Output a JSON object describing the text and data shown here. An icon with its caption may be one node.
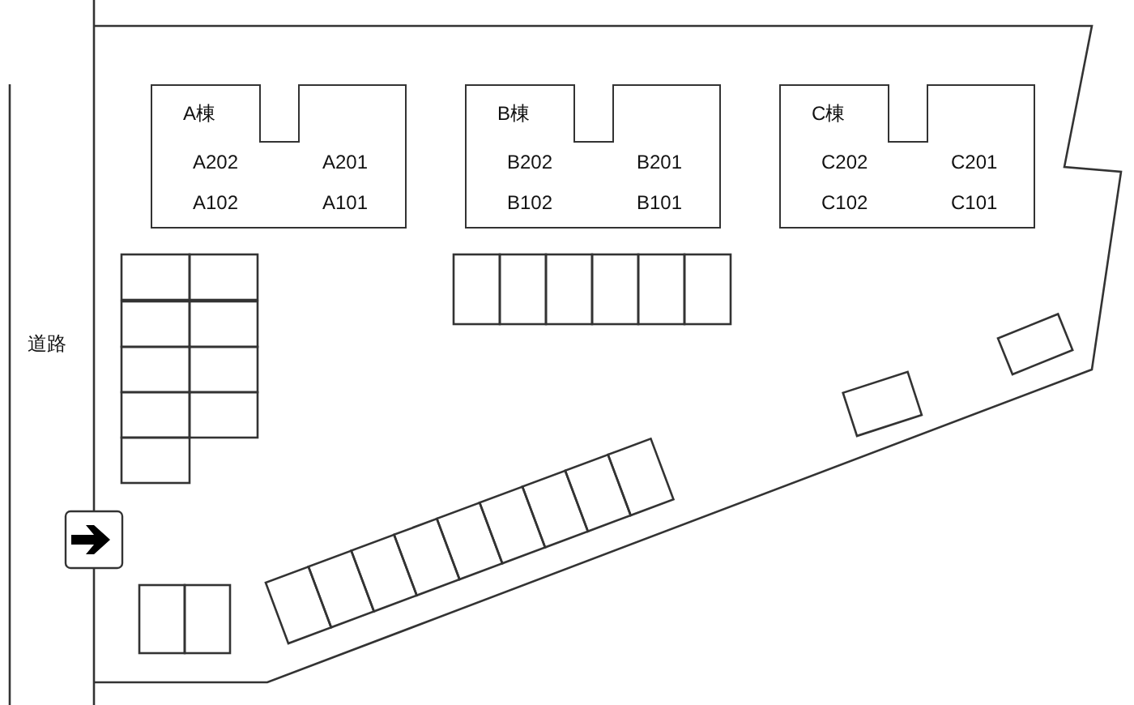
{
  "diagram": {
    "nodes": [
      {
        "text": [
          "A棟",
          "A202",
          "A201",
          "A102",
          "A101"
        ]
      },
      {
        "text": [
          "B棟",
          "B202",
          "B201",
          "B102",
          "B101"
        ]
      },
      {
        "text": [
          "C棟",
          "C202",
          "C201",
          "C102",
          "C101"
        ]
      }
    ],
    "labels": [
      "道路"
    ]
  }
}
